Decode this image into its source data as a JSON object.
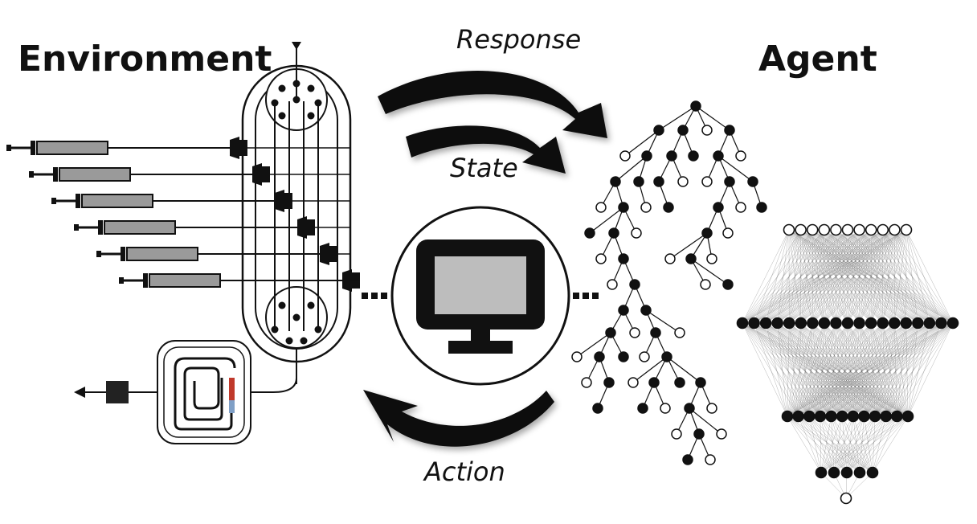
{
  "diagram": {
    "titles": {
      "environment": "Environment",
      "agent": "Agent"
    },
    "arrows": {
      "response": "Response",
      "state": "State",
      "action": "Action"
    },
    "icons": {
      "computer": "monitor-icon",
      "syringe_pump": "syringe-icon",
      "valve": "rotary-valve-icon",
      "reactor": "microfluidic-reactor-icon",
      "detector": "detector-icon",
      "tree": "decision-tree-icon",
      "network": "neural-network-icon"
    },
    "colors": {
      "ink": "#111111",
      "syringe_fill": "#9a9a9a",
      "screen_fill": "#bdbdbd",
      "sample_red": "#c0392b",
      "sample_blue": "#7f9fc6"
    }
  }
}
